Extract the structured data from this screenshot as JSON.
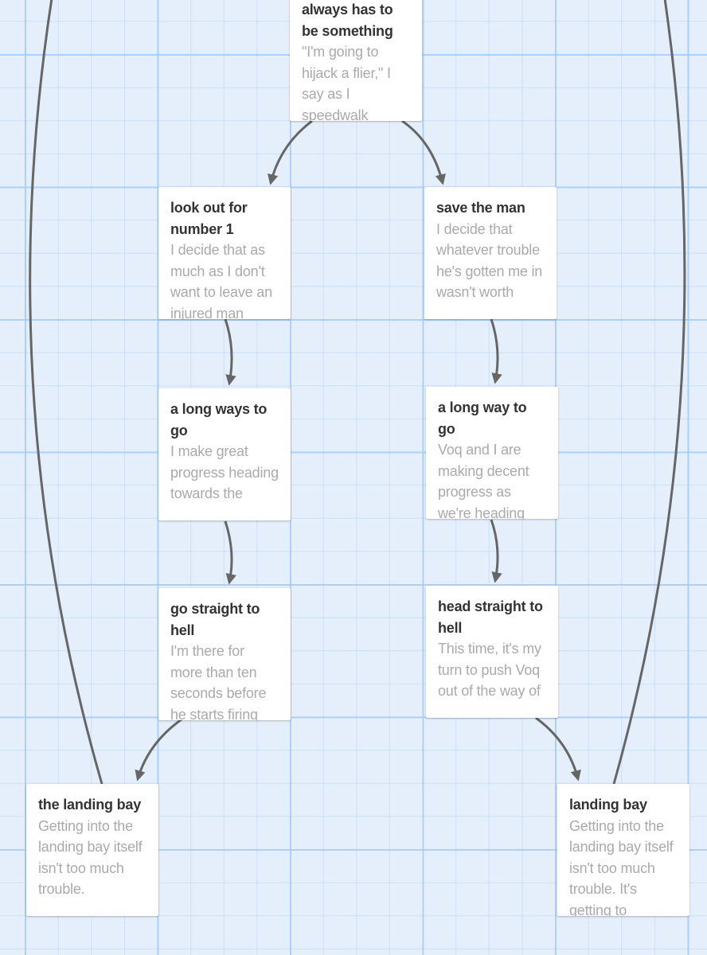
{
  "colors": {
    "background": "#e5effc",
    "card": "#ffffff",
    "title": "#333333",
    "excerpt": "#aaaaaa",
    "link": "#666666"
  },
  "passages": [
    {
      "title": "always has to be something",
      "excerpt": "\"I'm going to hijack a flier,\" I say as I speedwalk"
    },
    {
      "title": "look out for number 1",
      "excerpt": "I decide that as much as I don't want to leave an injured man"
    },
    {
      "title": "save the man",
      "excerpt": "I decide that whatever trouble he's gotten me in wasn't worth"
    },
    {
      "title": "a long ways to go",
      "excerpt": "I make great progress heading towards the"
    },
    {
      "title": "a long way to go",
      "excerpt": "Voq and I are making decent progress as we're heading"
    },
    {
      "title": "go straight to hell",
      "excerpt": "I'm there for more than ten seconds before he starts firing"
    },
    {
      "title": "head straight to hell",
      "excerpt": "This time, it's my turn to push Voq out of the way of"
    },
    {
      "title": "the landing bay",
      "excerpt": "Getting into the landing bay itself isn't too much trouble."
    },
    {
      "title": "landing bay",
      "excerpt": "Getting into the landing bay itself isn't too much trouble. It's getting to"
    }
  ]
}
